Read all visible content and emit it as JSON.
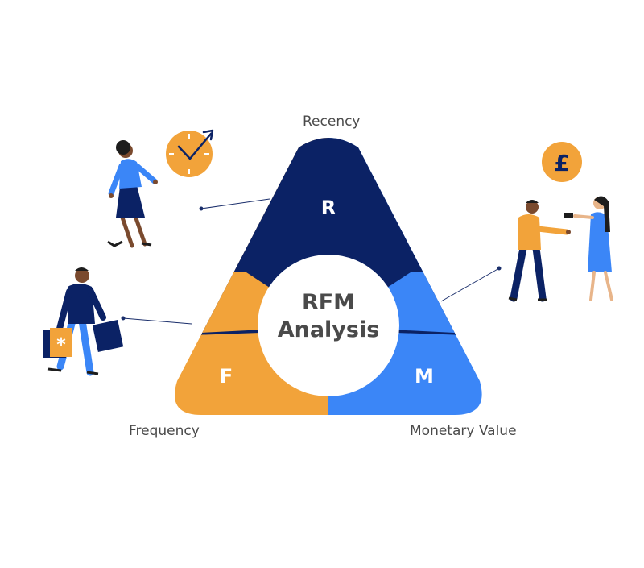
{
  "diagram": {
    "center_line1": "RFM",
    "center_line2": "Analysis",
    "segments": {
      "recency_letter": "R",
      "frequency_letter": "F",
      "monetary_letter": "M"
    },
    "labels": {
      "recency": "Recency",
      "frequency": "Frequency",
      "monetary": "Monetary Value"
    },
    "currency_symbol": "£",
    "colors": {
      "recency": "#0b2265",
      "frequency": "#f2a33a",
      "monetary": "#3b86f7"
    }
  }
}
